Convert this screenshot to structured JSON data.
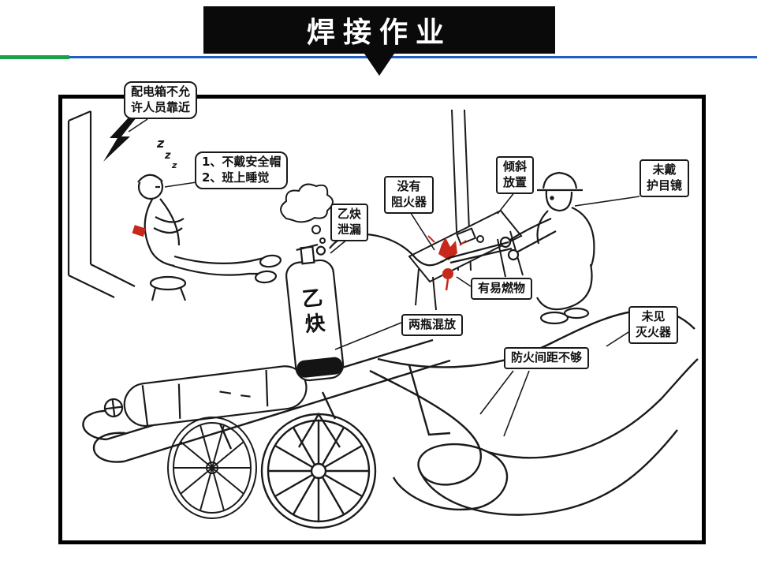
{
  "header": {
    "title": "焊接作业"
  },
  "colors": {
    "banner_bg": "#0a0a0a",
    "accent_green": "#19a24a",
    "accent_blue": "#1e5fc0",
    "hazard_red": "#c8281c"
  },
  "scene": {
    "cylinder_chars": [
      "乙",
      "炔"
    ],
    "zzz": [
      "z",
      "z",
      "z"
    ]
  },
  "callouts": [
    {
      "lines": [
        "配电箱不允",
        "许人员靠近"
      ]
    },
    {
      "lines": [
        "1、不戴安全帽",
        "2、班上睡觉"
      ]
    },
    {
      "lines": [
        "乙炔",
        "泄漏"
      ]
    },
    {
      "lines": [
        "没有",
        "阻火器"
      ]
    },
    {
      "lines": [
        "倾斜",
        "放置"
      ]
    },
    {
      "lines": [
        "未戴",
        "护目镜"
      ]
    },
    {
      "lines": [
        "有易燃物"
      ]
    },
    {
      "lines": [
        "两瓶混放"
      ]
    },
    {
      "lines": [
        "未见",
        "灭火器"
      ]
    },
    {
      "lines": [
        "防火间距不够"
      ]
    }
  ]
}
